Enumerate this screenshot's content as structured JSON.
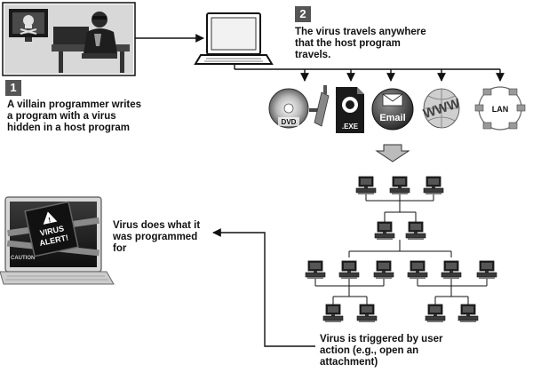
{
  "steps": [
    {
      "number": "1",
      "caption": "A villain programmer writes a program with a virus hidden in a host program"
    },
    {
      "number": "2",
      "caption": "The virus travels anywhere that the host program travels."
    }
  ],
  "carriers": {
    "dvd_label": "DVD",
    "exe_label": ".EXE",
    "email_label": "Email",
    "www_label": "WWW",
    "lan_label": "LAN"
  },
  "alert": {
    "line1": "VIRUS",
    "line2": "ALERT!",
    "tape_text": "CAUTION"
  },
  "result_caption": "Virus does what it was programmed for",
  "trigger_caption": "Virus is triggered by user action (e.g., open an attachment)"
}
